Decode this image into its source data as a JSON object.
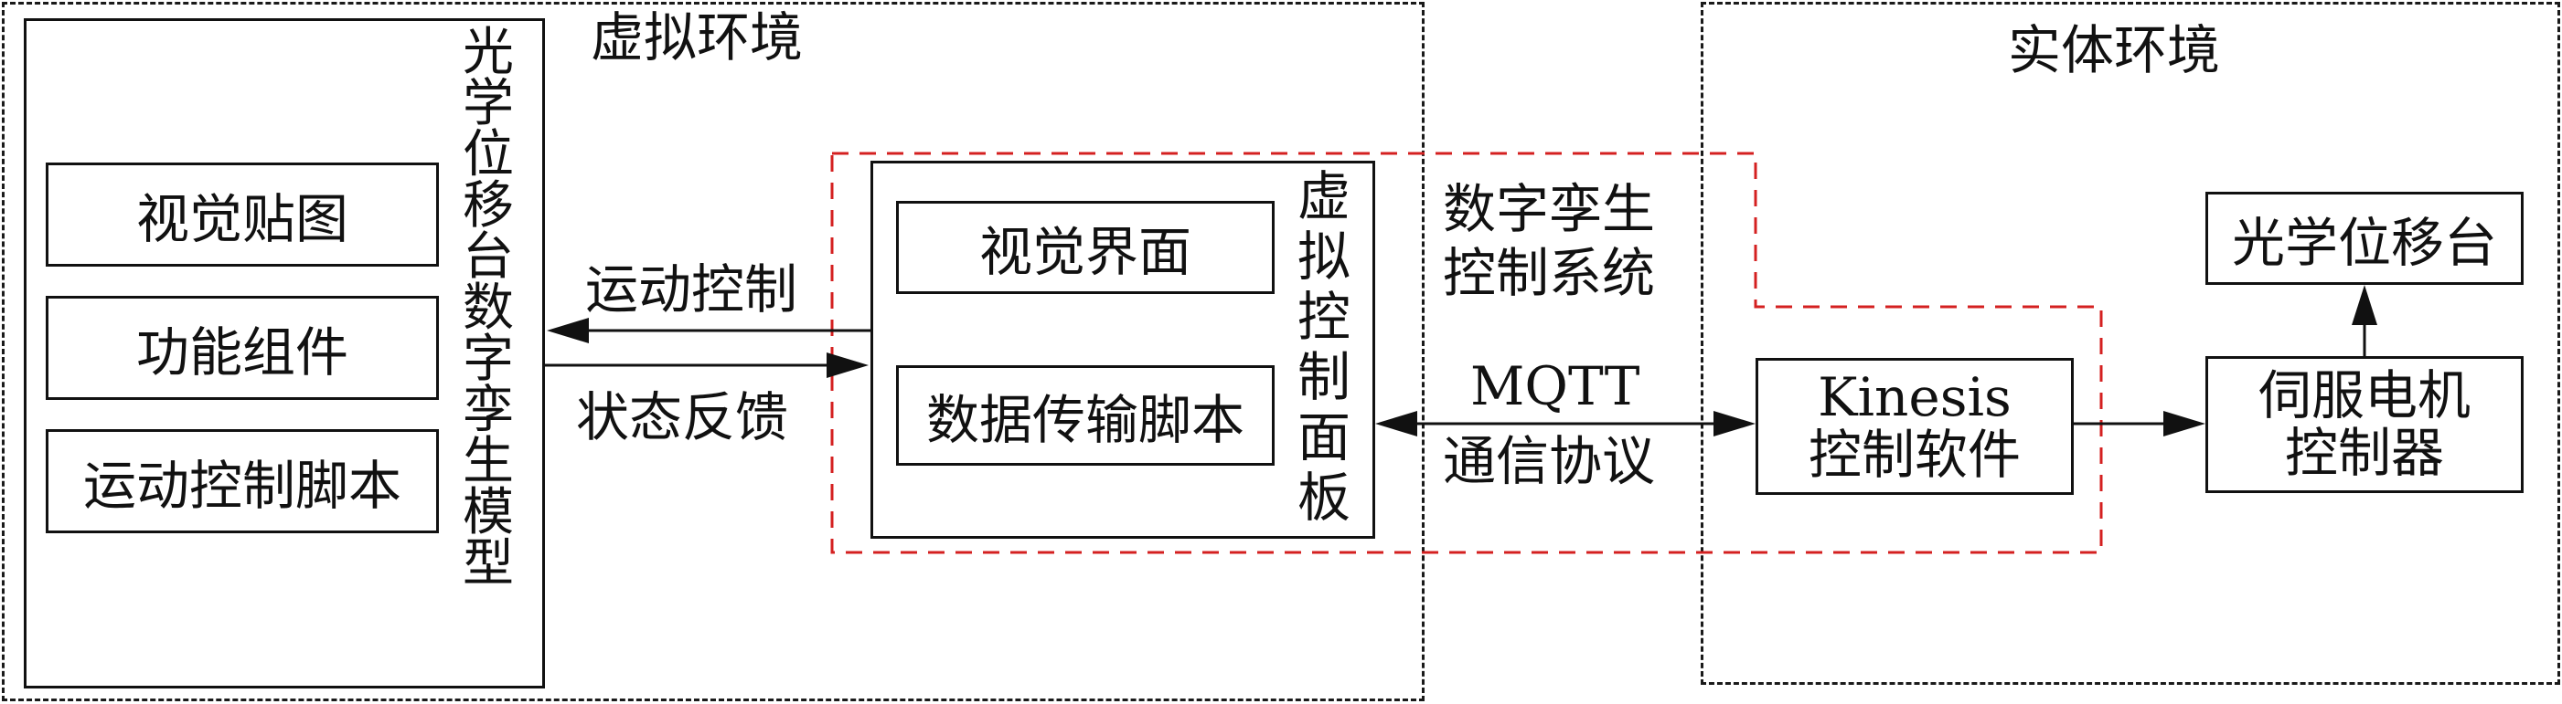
{
  "regions": {
    "virtual_title": "虚拟环境",
    "physical_title": "实体环境",
    "dt_system_title_line1": "数字孪生",
    "dt_system_title_line2": "控制系统"
  },
  "dt_model": {
    "vertical_label": [
      "光",
      "学",
      "位",
      "移",
      "台",
      "数",
      "字",
      "孪",
      "生",
      "模",
      "型"
    ],
    "items": [
      "视觉贴图",
      "功能组件",
      "运动控制脚本"
    ]
  },
  "virtual_panel": {
    "vertical_label": [
      "虚",
      "拟",
      "控",
      "制",
      "面",
      "板"
    ],
    "items": [
      "视觉界面",
      "数据传输脚本"
    ]
  },
  "links": {
    "motion_control": "运动控制",
    "state_feedback": "状态反馈",
    "mqtt_line1": "MQTT",
    "mqtt_line2": "通信协议"
  },
  "physical": {
    "kinesis_line1": "Kinesis",
    "kinesis_line2": "控制软件",
    "servo_line1": "伺服电机",
    "servo_line2": "控制器",
    "stage": "光学位移台"
  }
}
